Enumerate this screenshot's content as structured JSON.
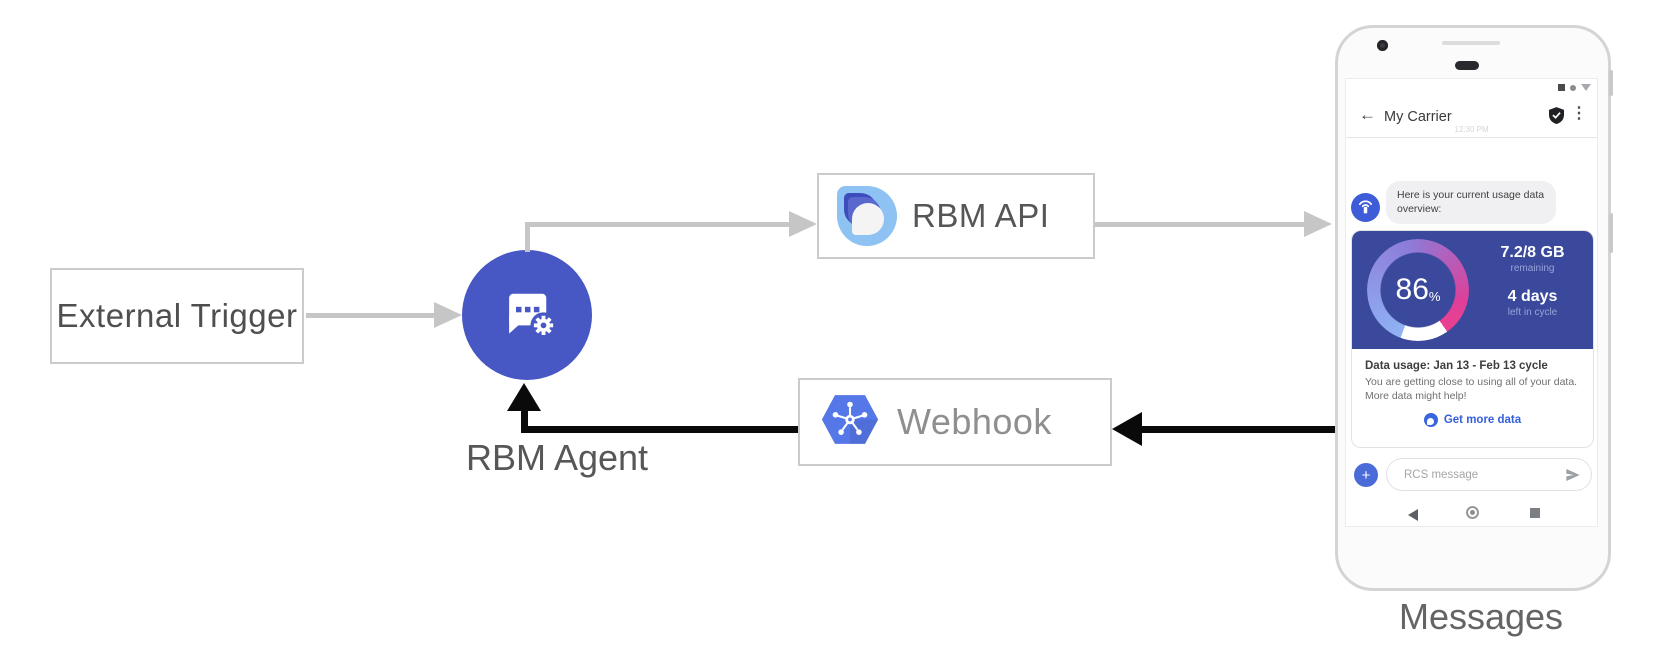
{
  "diagram": {
    "external_trigger_label": "External Trigger",
    "rbm_agent_label": "RBM Agent",
    "rbm_api_label": "RBM API",
    "webhook_label": "Webhook",
    "phone_caption": "Messages"
  },
  "icons": {
    "back": "←",
    "menu": "⋮",
    "plus": "+"
  },
  "phone": {
    "header": {
      "title": "My Carrier"
    },
    "timestamp": "12:30 PM",
    "bubble_text": "Here is your current usage data overview:",
    "usage_card": {
      "percent": "86",
      "percent_unit": "%",
      "remaining_value": "7.2/8 GB",
      "remaining_label": "remaining",
      "cycle_value": "4 days",
      "cycle_label": "left in cycle",
      "title": "Data usage: Jan 13 - Feb 13 cycle",
      "body_line1": "You are getting close to using all of your data.",
      "body_line2": "More data might help!",
      "action_label": "Get more data"
    },
    "composer": {
      "placeholder": "RCS message"
    }
  },
  "gauge": {
    "type": "donut",
    "percent": 86,
    "gradient": [
      "#8fb3f4",
      "#8d7bd8",
      "#ea4190"
    ],
    "track_color": "#ffffff",
    "background": "#3a499c"
  },
  "colors": {
    "agent_blue": "#4757c3",
    "avatar_blue": "#3e5cd8",
    "accent_blue": "#3560d8",
    "hexagon_blue": "#5577e8",
    "arrow_gray": "#c6c6c6",
    "arrow_black": "#0a0a0a"
  }
}
